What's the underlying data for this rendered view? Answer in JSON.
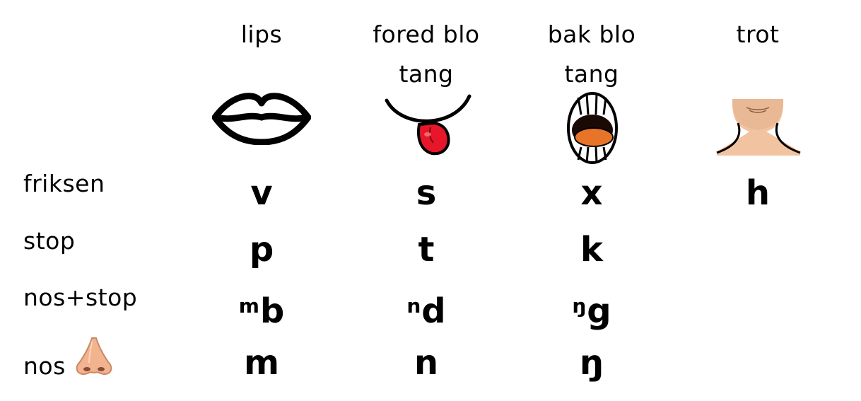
{
  "columns": [
    {
      "label": "lips",
      "icon": "lips-icon"
    },
    {
      "label": "fored blo\ntang",
      "line1": "fored blo",
      "line2": "tang",
      "icon": "tongue-tip-icon"
    },
    {
      "label": "bak blo\ntang",
      "line1": "bak blo",
      "line2": "tang",
      "icon": "open-mouth-icon"
    },
    {
      "label": "trot",
      "icon": "throat-icon"
    }
  ],
  "rows": [
    {
      "label": "friksen",
      "cells": [
        {
          "main": "v"
        },
        {
          "main": "s"
        },
        {
          "main": "x"
        },
        {
          "main": "h"
        }
      ]
    },
    {
      "label": "stop",
      "cells": [
        {
          "main": "p"
        },
        {
          "main": "t"
        },
        {
          "main": "k"
        },
        {
          "main": ""
        }
      ]
    },
    {
      "label": "nos+stop",
      "cells": [
        {
          "pre": "m",
          "main": "b"
        },
        {
          "pre": "n",
          "main": "d"
        },
        {
          "pre": "ŋ",
          "main": "g"
        },
        {
          "main": ""
        }
      ]
    },
    {
      "label": "nos",
      "icon": "nose-icon",
      "cells": [
        {
          "main": "m"
        },
        {
          "main": "n"
        },
        {
          "main": "ŋ"
        },
        {
          "main": ""
        }
      ]
    }
  ],
  "colors": {
    "tongue": "#e8162a",
    "mouth_inner": "#e8742a",
    "skin": "#f2c3a0",
    "neck": "#e9b894"
  }
}
